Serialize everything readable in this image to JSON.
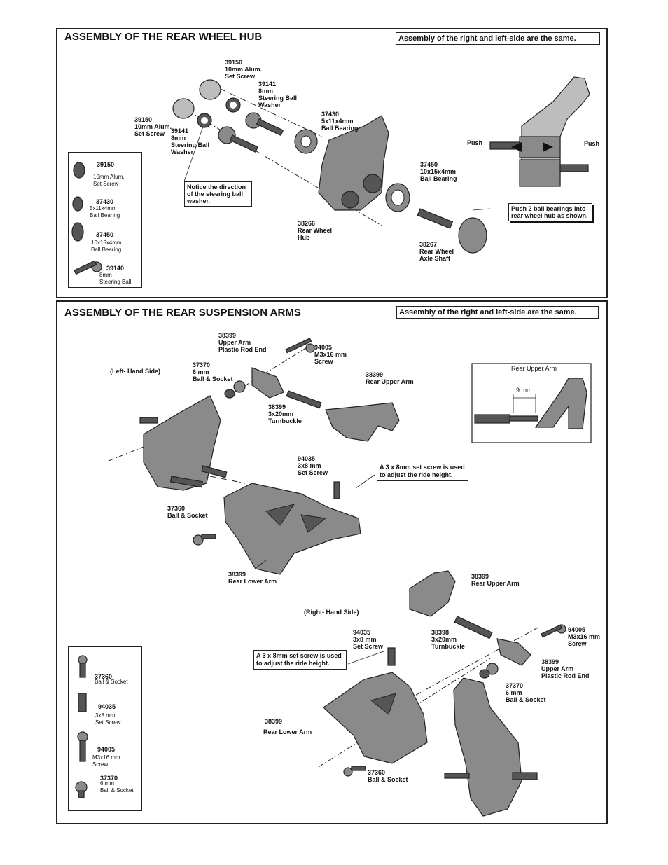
{
  "hub": {
    "title": "ASSEMBLY OF THE REAR WHEEL HUB",
    "note": "Assembly of the right and left-side are the same.",
    "labels": {
      "l1": "39150\n10mm Alum.\nSet Screw",
      "l2": "39141\n8mm\nSteering Ball\nWasher",
      "l3": "37430\n5x11x4mm\nBall Bearing",
      "l4": "39150\n10mm Alum.\nSet Screw",
      "l5": "39141\n8mm\nSteering Ball\nWasher",
      "l6": "37450\n10x15x4mm\nBall Bearing",
      "l7": "38266\nRear Wheel\nHub",
      "l8": "38267\nRear Wheel\nAxle Shaft",
      "push_left": "Push",
      "push_right": "Push"
    },
    "callout_washer": "Notice the direction of the steering ball washer.",
    "callout_push": "Push 2 ball bearings into rear wheel hub as shown.",
    "legend": [
      {
        "code": "39150",
        "desc": "10mm Alum.\nSet Screw"
      },
      {
        "code": "37430",
        "desc": "5x11x4mm\nBall Bearing"
      },
      {
        "code": "37450",
        "desc": "10x15x4mm\nBall Bearing"
      },
      {
        "code": "39140",
        "desc": "8mm\nSteering Ball"
      }
    ]
  },
  "arms": {
    "title": "ASSEMBLY OF THE REAR SUSPENSION ARMS",
    "note": "Assembly of the right and left-side are the same.",
    "left_side": "(Left- Hand Side)",
    "right_side": "(Right- Hand Side)",
    "labels": {
      "a1": "38399\nUpper Arm\nPlastic Rod End",
      "a2": "94005\nM3x16 mm\nScrew",
      "a3": "37370\n6 mm\nBall & Socket",
      "a4": "38399\nRear Upper Arm",
      "a5": "38399\n3x20mm\nTurnbuckle",
      "a6": "94035\n3x8 mm\nSet Screw",
      "a7": "37360\nBall & Socket",
      "a8": "38399\nRear Lower Arm",
      "b1": "38399\nRear Upper Arm",
      "b2": "94035\n3x8 mm\nSet Screw",
      "b3": "38398\n3x20mm\nTurnbuckle",
      "b4": "94005\nM3x16 mm\nScrew",
      "b5": "38399\nUpper Arm\nPlastic Rod End",
      "b6": "37370\n6 mm\nBall & Socket",
      "b7": "38399",
      "b8": "Rear Lower Arm",
      "b9": "37360\nBall & Socket"
    },
    "callout_ride_left": "A 3 x 8mm set screw is used to adjust the ride height.",
    "callout_ride_right": "A 3 x 8mm set screw is used to adjust the ride height.",
    "inset_title": "Rear Upper Arm",
    "inset_dim": "9 mm",
    "legend": [
      {
        "code": "37360",
        "desc": "Ball & Socket"
      },
      {
        "code": "94035",
        "desc": "3x8 mm\nSet Screw"
      },
      {
        "code": "94005",
        "desc": "M3x16 mm\nScrew"
      },
      {
        "code": "37370",
        "desc": "6 mm\nBall & Socket"
      }
    ]
  }
}
